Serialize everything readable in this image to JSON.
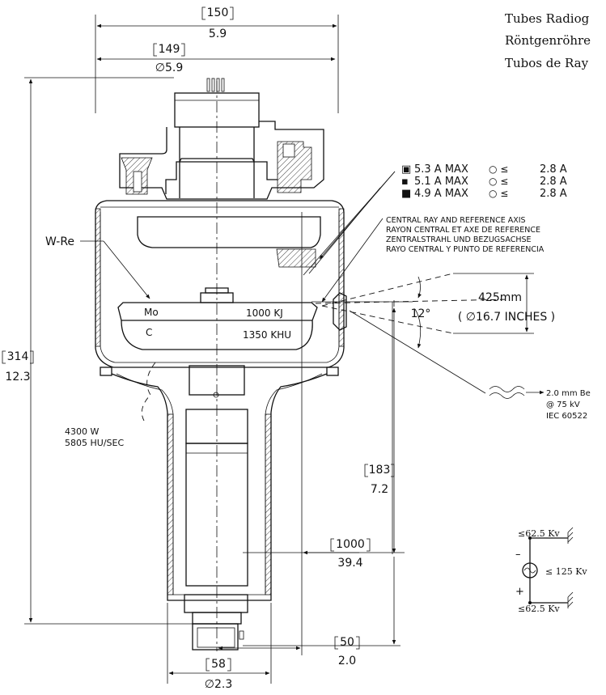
{
  "titles": {
    "en": "Tubes Radiog",
    "de": "Röntgenröhre",
    "es": "Tubos de Ray"
  },
  "dims": {
    "overall_width": {
      "mm": "150",
      "in": "5.9"
    },
    "body_diameter": {
      "mm": "149",
      "in": "∅5.9"
    },
    "overall_length": {
      "mm": "314",
      "in": "12.3"
    },
    "focal_to_base": {
      "mm": "183",
      "in": "7.2"
    },
    "cable_clearance": {
      "mm": "1000",
      "in": "39.4"
    },
    "offset": {
      "mm": "50",
      "in": "2.0"
    },
    "neck_diameter": {
      "mm": "58",
      "in": "∅2.3"
    },
    "field_size": {
      "mm": "425mm",
      "in": "( ∅16.7 INCHES )"
    },
    "anode_angle": "12°"
  },
  "focal_spots": [
    {
      "symbol": "▣",
      "text": "5.3 A MAX",
      "limit": "2.8 A"
    },
    {
      "symbol": "▪",
      "text": "5.1 A MAX",
      "limit": "2.8 A"
    },
    {
      "symbol": "■",
      "text": "4.9 A MAX",
      "limit": "2.8 A"
    }
  ],
  "central_ray": [
    "CENTRAL RAY AND REFERENCE AXIS",
    "RAYON CENTRAL ET AXE DE REFERENCE",
    "ZENTRALSTRAHL UND BEZUGSACHSE",
    "RAYO CENTRAL Y PUNTO DE REFERENCIA"
  ],
  "anode": {
    "target": "W-Re",
    "mo": "Mo",
    "c": "C",
    "storage": "1000 KJ",
    "heat": "1350 KHU"
  },
  "housing": {
    "power": "4300 W",
    "cooling": "5805 HU/SEC"
  },
  "filtration": [
    "2.0 mm Be",
    "@ 75 kV",
    "IEC 60522"
  ],
  "circuit": {
    "top": "≤62.5 Kv",
    "center": "≤ 125 Kv",
    "bottom": "≤62.5 Kv",
    "minus": "–",
    "plus": "+"
  }
}
